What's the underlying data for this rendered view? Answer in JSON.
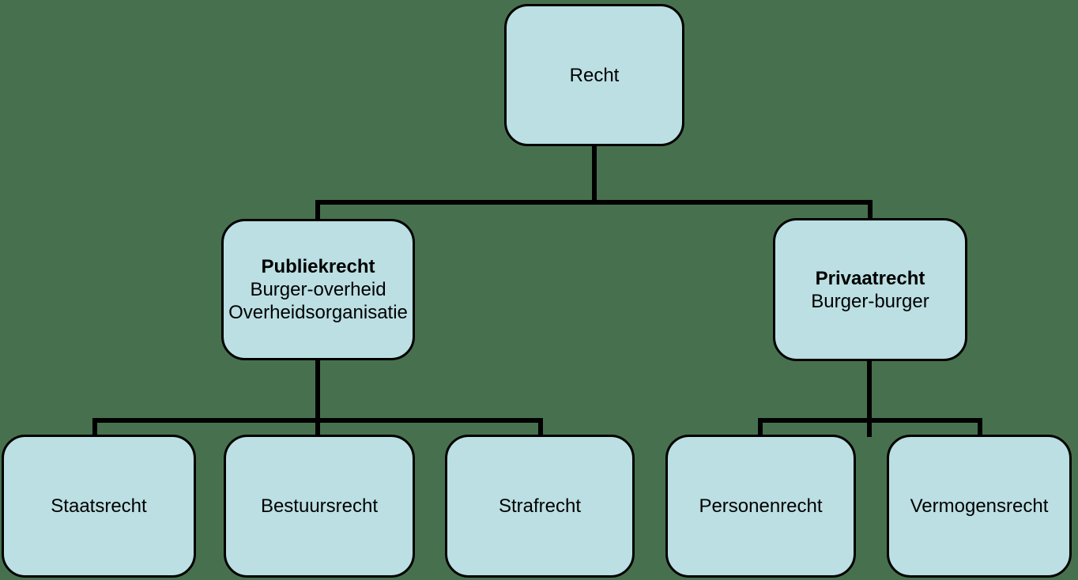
{
  "diagram": {
    "colors": {
      "background": "#47714E",
      "node_fill": "#BBDFE3",
      "node_border": "#000000",
      "connector": "#000000",
      "text": "#000000"
    },
    "nodes": {
      "recht": {
        "label": "Recht"
      },
      "publiekrecht": {
        "label": "Publiekrecht",
        "sublabel1": "Burger-overheid",
        "sublabel2": "Overheidsorganisatie"
      },
      "privaatrecht": {
        "label": "Privaatrecht",
        "sublabel1": "Burger-burger"
      },
      "staatsrecht": {
        "label": "Staatsrecht"
      },
      "bestuursrecht": {
        "label": "Bestuursrecht"
      },
      "strafrecht": {
        "label": "Strafrecht"
      },
      "personenrecht": {
        "label": "Personenrecht"
      },
      "vermogensrecht": {
        "label": "Vermogensrecht"
      }
    },
    "edges": [
      {
        "from": "recht",
        "to": "publiekrecht"
      },
      {
        "from": "recht",
        "to": "privaatrecht"
      },
      {
        "from": "publiekrecht",
        "to": "staatsrecht"
      },
      {
        "from": "publiekrecht",
        "to": "bestuursrecht"
      },
      {
        "from": "publiekrecht",
        "to": "strafrecht"
      },
      {
        "from": "privaatrecht",
        "to": "personenrecht"
      },
      {
        "from": "privaatrecht",
        "to": "vermogensrecht"
      }
    ]
  }
}
